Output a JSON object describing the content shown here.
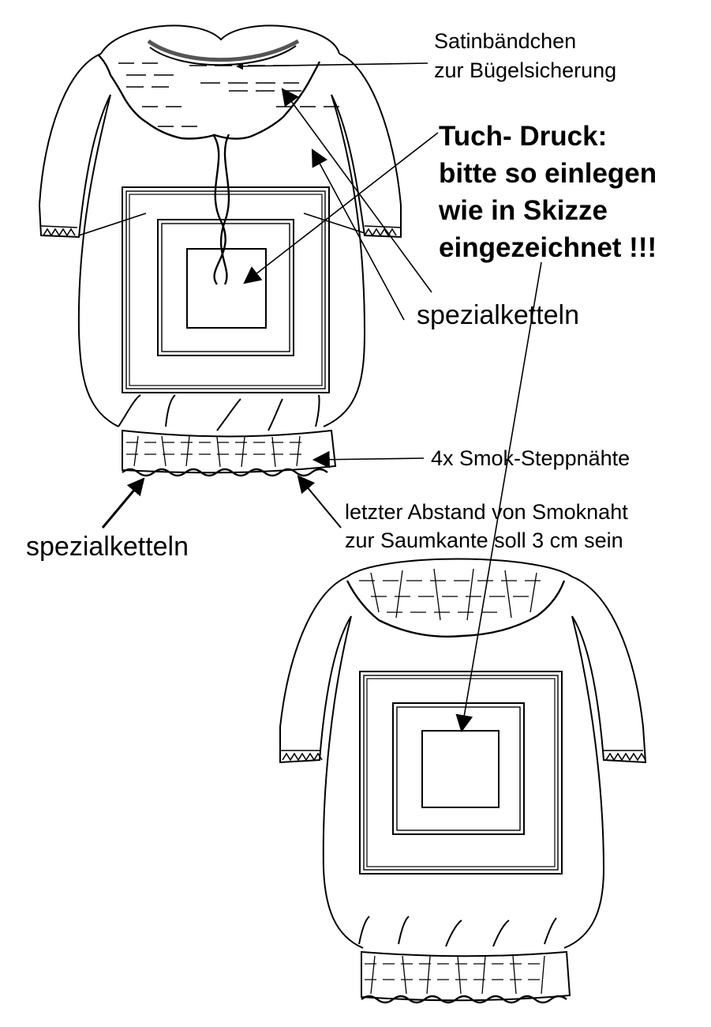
{
  "labels": {
    "satin_line1": "Satinbändchen",
    "satin_line2": "zur Bügelsicherung",
    "print_line1": "Tuch- Druck:",
    "print_line2": "bitte so einlegen",
    "print_line3": "wie in Skizze",
    "print_line4": "eingezeichnet !!!",
    "special_right": "spezialketteln",
    "smock_seams": "4x Smok-Steppnähte",
    "last_distance_line1": "letzter Abstand von Smoknaht",
    "last_distance_line2": "zur Saumkante soll 3 cm sein",
    "special_left": "spezialketteln"
  },
  "views": [
    "front-view",
    "back-view"
  ],
  "colors": {
    "ink": "#000000",
    "paper": "#ffffff",
    "ribbon": "#555555"
  }
}
